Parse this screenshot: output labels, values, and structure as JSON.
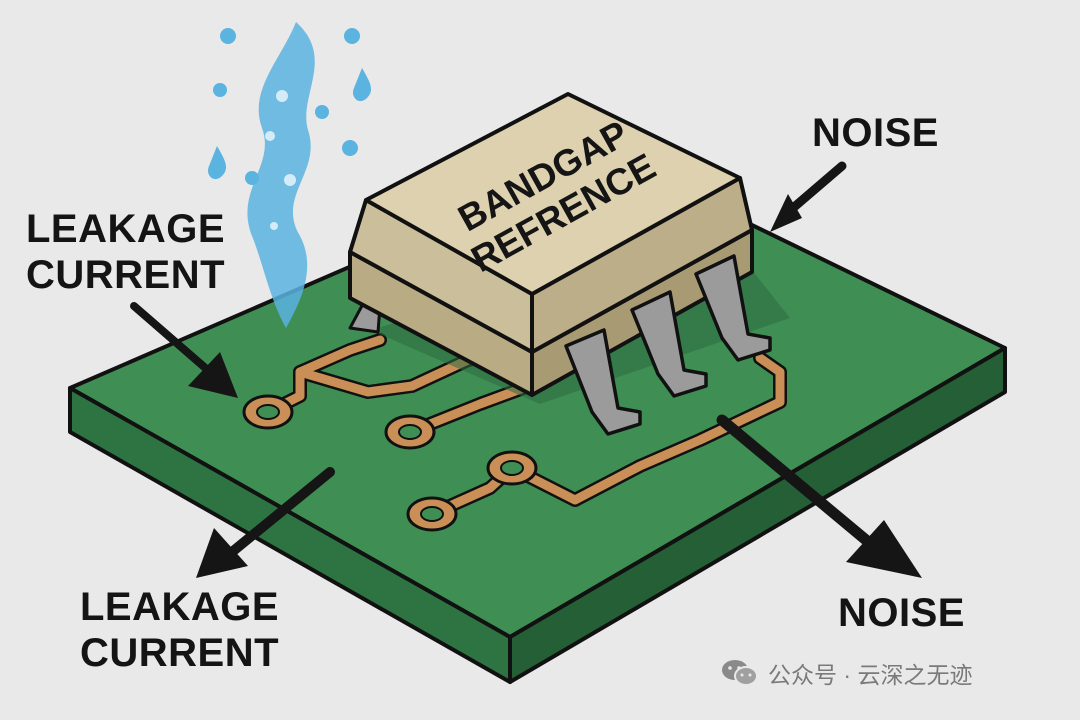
{
  "chip": {
    "line1": "BANDGAP",
    "line2": "REFRENCE"
  },
  "labels": {
    "leakage_top": [
      "LEAKAGE",
      "CURRENT"
    ],
    "leakage_bottom": [
      "LEAKAGE",
      "CURRENT"
    ],
    "noise_top": "NOISE",
    "noise_bottom": "NOISE"
  },
  "watermark": {
    "text": "公众号 · 云深之无迹",
    "icon": "wechat-icon"
  },
  "colors": {
    "background": "#e9e9e9",
    "pcb_top": "#3f8f55",
    "pcb_side": "#2c6e3e",
    "trace": "#c98f57",
    "chip_body": "#d8cba8",
    "pin": "#9b9b9b",
    "water": "#5bb3e0"
  }
}
